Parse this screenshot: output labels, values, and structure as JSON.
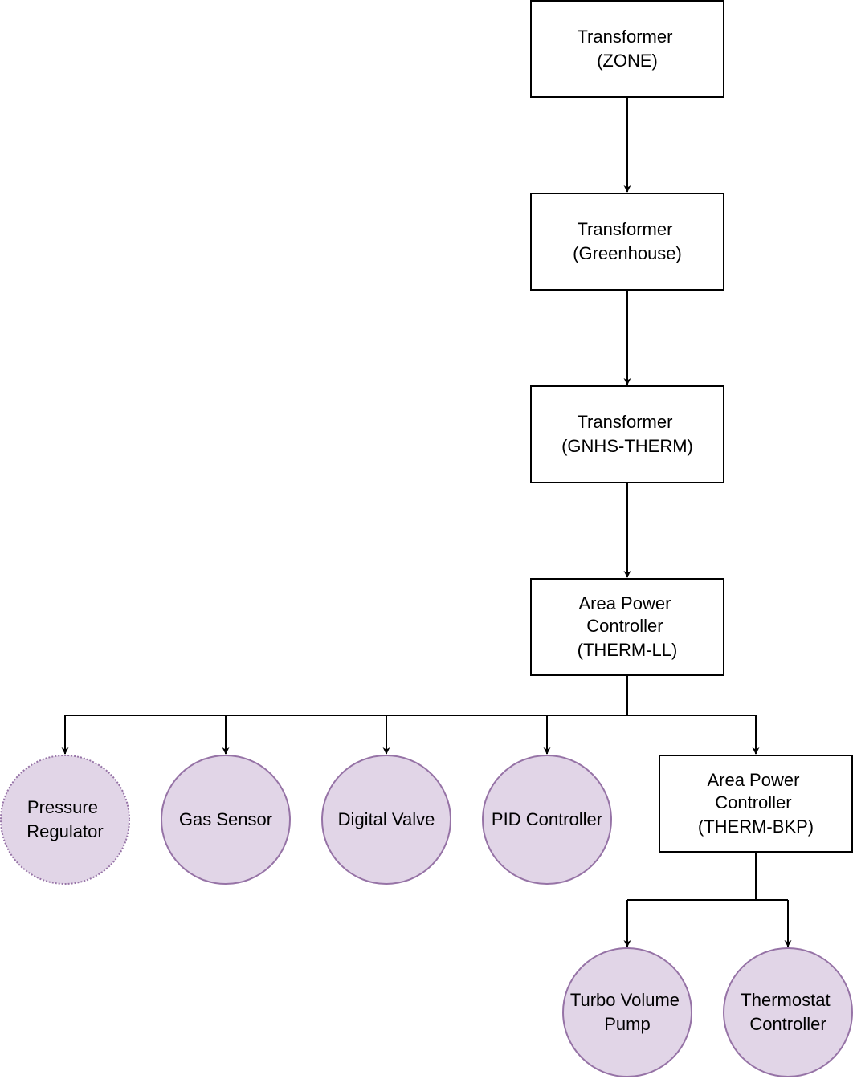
{
  "colors": {
    "box_fill": "#ffffff",
    "box_stroke": "#000000",
    "circle_fill": "#e1d5e7",
    "circle_stroke": "#9673a6",
    "edge": "#000000"
  },
  "nodes": {
    "transformer_zone": [
      "Transformer",
      "(ZONE)"
    ],
    "transformer_greenhouse": [
      "Transformer",
      "(Greenhouse)"
    ],
    "transformer_gnhs_therm": [
      "Transformer",
      "(GNHS-THERM)"
    ],
    "apc_therm_ll": [
      "Area Power",
      "Controller",
      "(THERM-LL)"
    ],
    "pressure_regulator": [
      "Pressure",
      "Regulator"
    ],
    "gas_sensor": [
      "Gas Sensor"
    ],
    "digital_valve": [
      "Digital Valve"
    ],
    "pid_controller": [
      "PID Controller"
    ],
    "apc_therm_bkp": [
      "Area Power",
      "Controller",
      "(THERM-BKP)"
    ],
    "turbo_volume_pump": [
      "Turbo Volume",
      "Pump"
    ],
    "thermostat_controller": [
      "Thermostat",
      "Controller"
    ]
  },
  "edges": [
    [
      "transformer_zone",
      "transformer_greenhouse"
    ],
    [
      "transformer_greenhouse",
      "transformer_gnhs_therm"
    ],
    [
      "transformer_gnhs_therm",
      "apc_therm_ll"
    ],
    [
      "apc_therm_ll",
      "pressure_regulator"
    ],
    [
      "apc_therm_ll",
      "gas_sensor"
    ],
    [
      "apc_therm_ll",
      "digital_valve"
    ],
    [
      "apc_therm_ll",
      "pid_controller"
    ],
    [
      "apc_therm_ll",
      "apc_therm_bkp"
    ],
    [
      "apc_therm_bkp",
      "turbo_volume_pump"
    ],
    [
      "apc_therm_bkp",
      "thermostat_controller"
    ]
  ]
}
